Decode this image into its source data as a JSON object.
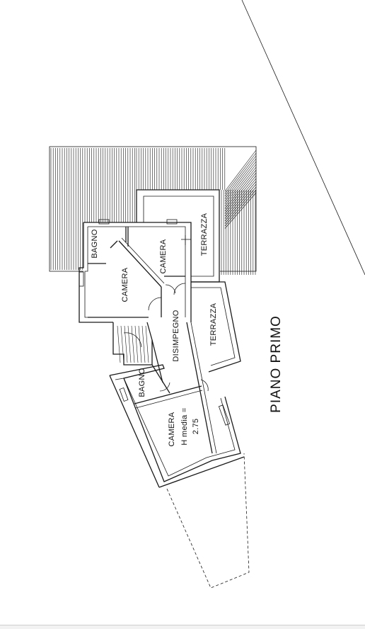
{
  "plan": {
    "title": "PIANO PRIMO",
    "rooms": {
      "bagno_top": "BAGNO",
      "camera_top": "CAMERA",
      "camera_center": "CAMERA",
      "terrazza_top": "TERRAZZA",
      "terrazza_right": "TERRAZZA",
      "disimpegno": "DISIMPEGNO",
      "bagno_bottom": "BAGNO",
      "camera_bottom": "CAMERA",
      "h_media": "H media =",
      "h_value": "2.75"
    }
  }
}
